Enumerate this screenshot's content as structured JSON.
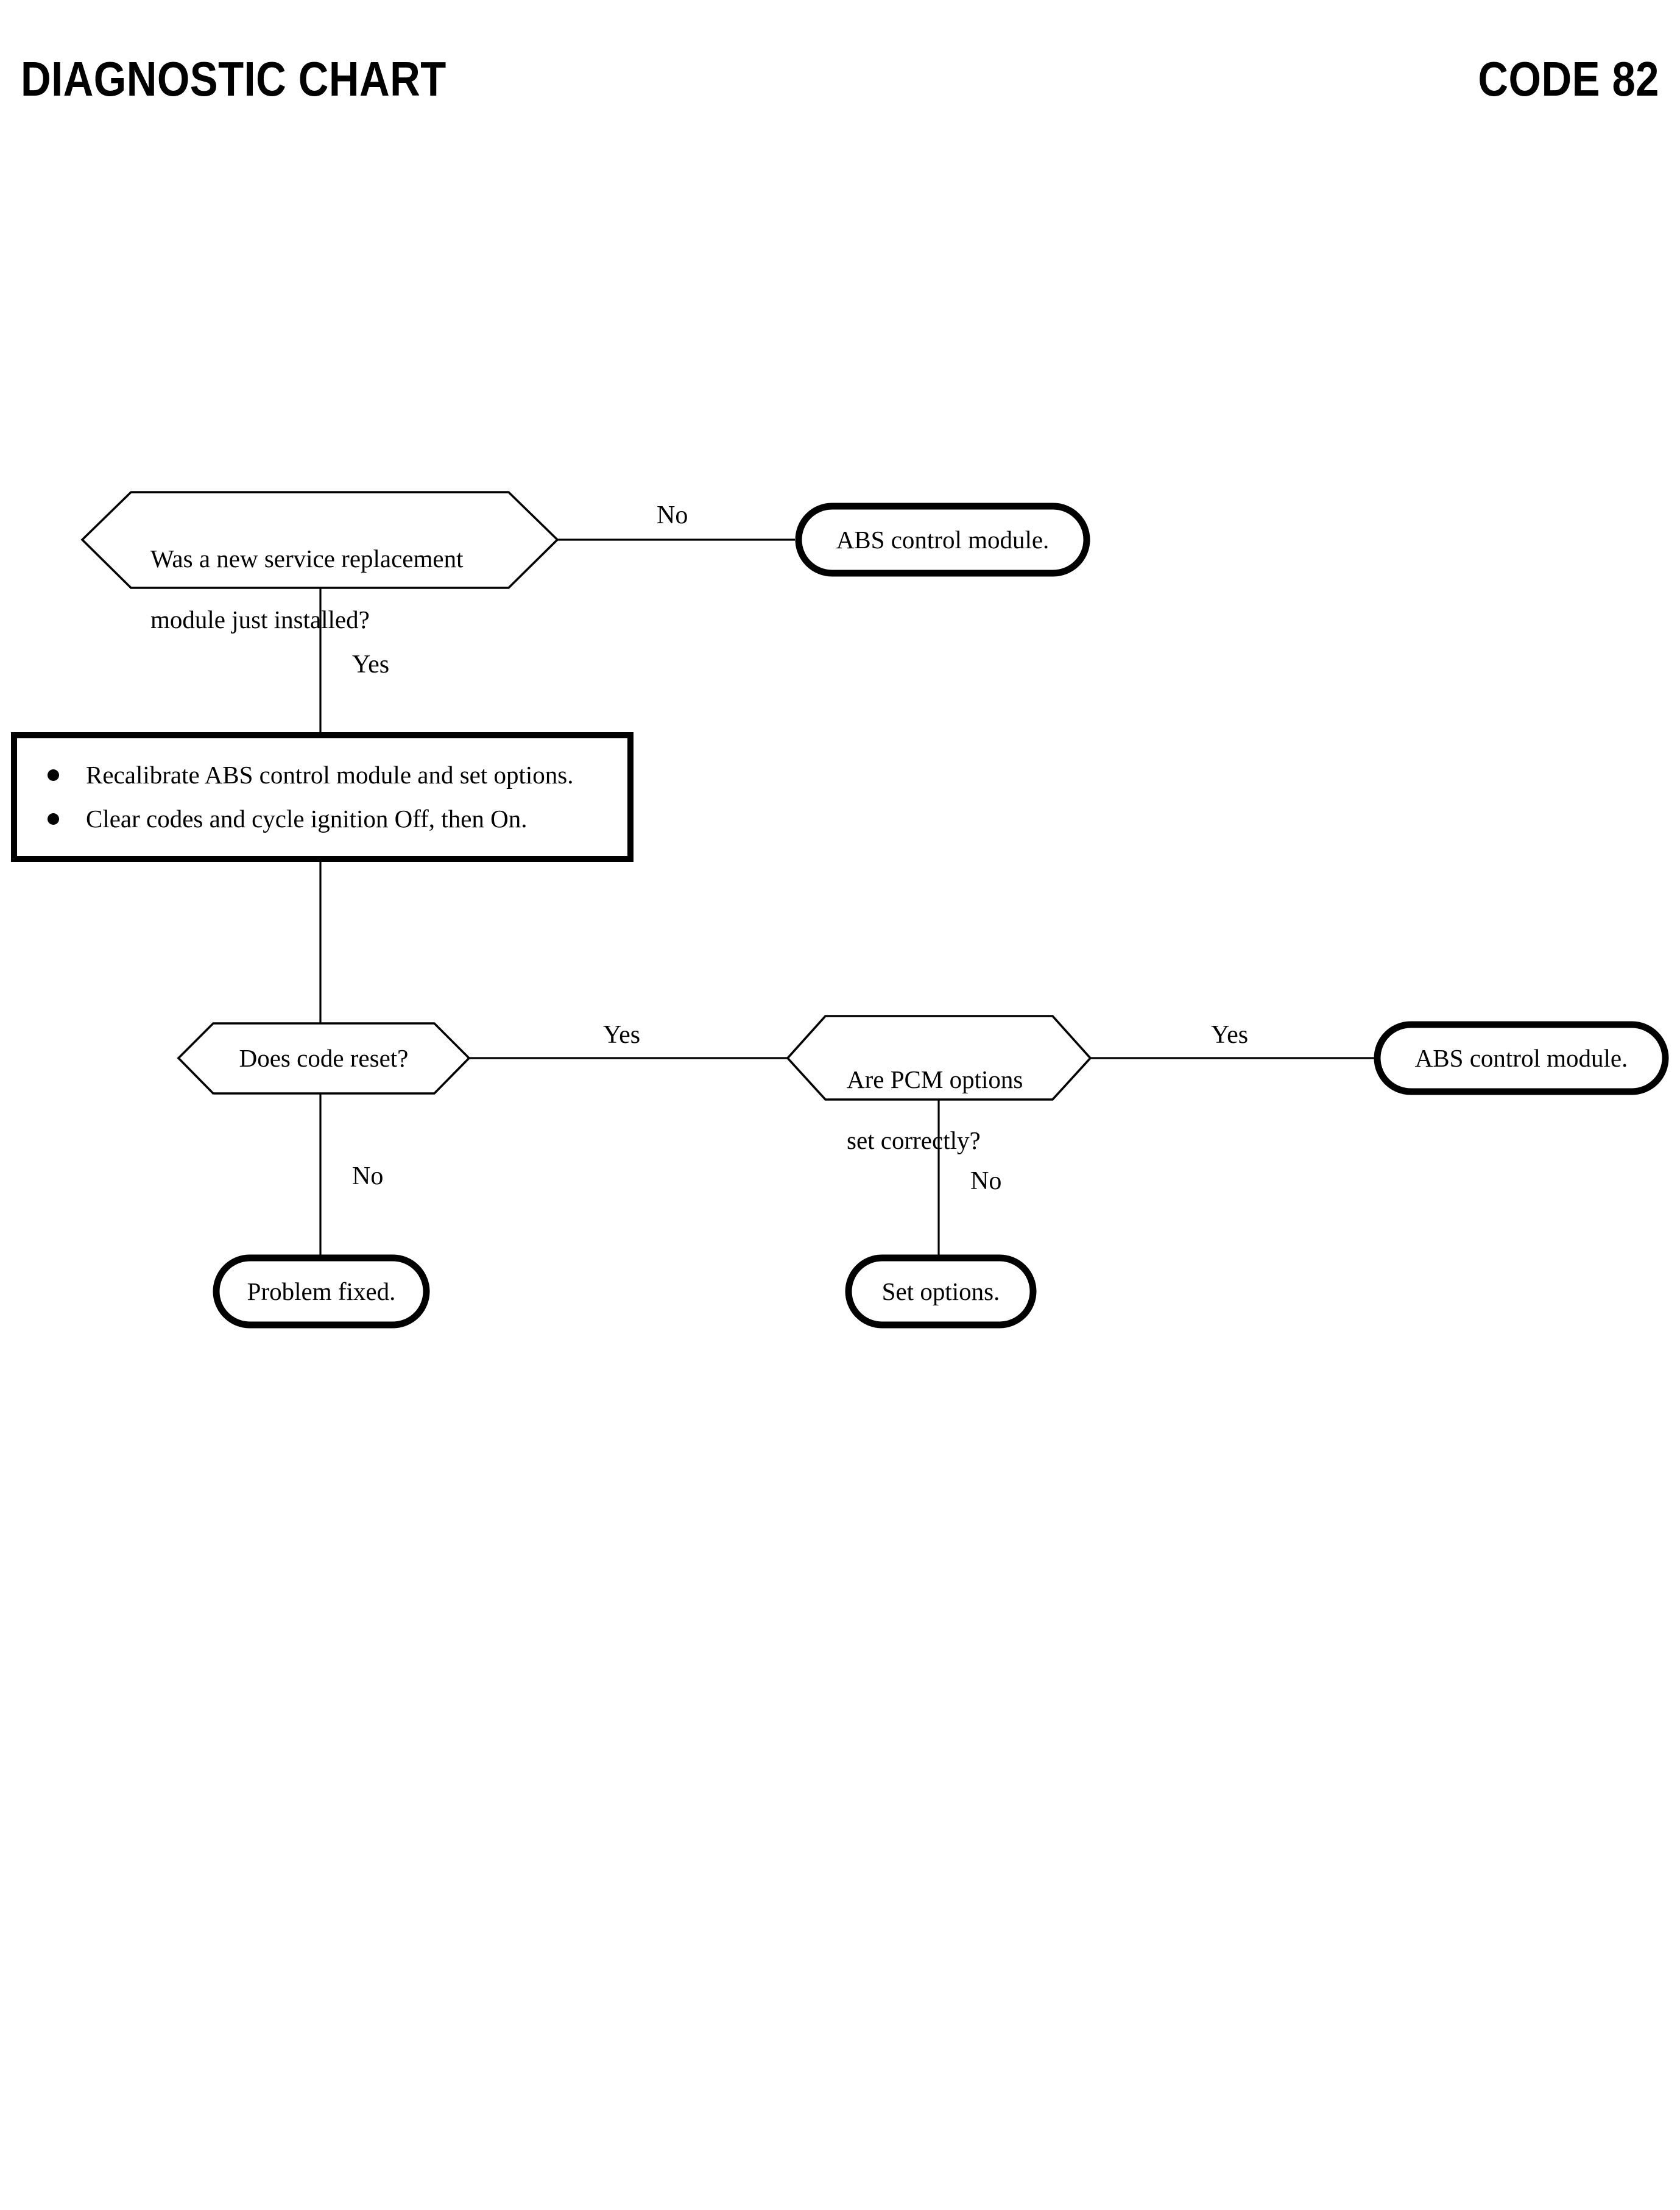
{
  "header": {
    "title": "DIAGNOSTIC CHART",
    "code": "CODE 82"
  },
  "chart_data": {
    "type": "diagram",
    "diagram_kind": "flowchart",
    "title": "DIAGNOSTIC CHART",
    "code": "CODE 82",
    "nodes": [
      {
        "id": "q1",
        "shape": "hexagon",
        "text": "Was a new service replacement\nmodule just installed?"
      },
      {
        "id": "t1",
        "shape": "terminal",
        "text": "ABS control module."
      },
      {
        "id": "p1",
        "shape": "process",
        "bullets": [
          "Recalibrate ABS control module and set options.",
          "Clear codes and cycle ignition Off, then On."
        ]
      },
      {
        "id": "q2",
        "shape": "hexagon",
        "text": "Does code reset?"
      },
      {
        "id": "q3",
        "shape": "hexagon",
        "text": "Are PCM options\nset correctly?"
      },
      {
        "id": "t2",
        "shape": "terminal",
        "text": "ABS control module."
      },
      {
        "id": "t3",
        "shape": "terminal",
        "text": "Problem fixed."
      },
      {
        "id": "t4",
        "shape": "terminal",
        "text": "Set options."
      }
    ],
    "edges": [
      {
        "from": "q1",
        "to": "t1",
        "label": "No"
      },
      {
        "from": "q1",
        "to": "p1",
        "label": "Yes"
      },
      {
        "from": "p1",
        "to": "q2",
        "label": ""
      },
      {
        "from": "q2",
        "to": "q3",
        "label": "Yes"
      },
      {
        "from": "q2",
        "to": "t3",
        "label": "No"
      },
      {
        "from": "q3",
        "to": "t2",
        "label": "Yes"
      },
      {
        "from": "q3",
        "to": "t4",
        "label": "No"
      }
    ]
  },
  "nodes": {
    "q1": {
      "line1": "Was a new service replacement",
      "line2": "module just installed?"
    },
    "t1": {
      "text": "ABS control module."
    },
    "p1": {
      "bullet1": "Recalibrate ABS control module and set options.",
      "bullet2": "Clear codes and cycle ignition Off, then On."
    },
    "q2": {
      "text": "Does code reset?"
    },
    "q3": {
      "line1": "Are PCM options",
      "line2": "set correctly?"
    },
    "t2": {
      "text": "ABS control module."
    },
    "t3": {
      "text": "Problem fixed."
    },
    "t4": {
      "text": "Set options."
    }
  },
  "labels": {
    "q1_no": "No",
    "q1_yes": "Yes",
    "q2_yes": "Yes",
    "q2_no": "No",
    "q3_yes": "Yes",
    "q3_no": "No"
  },
  "colors": {
    "ink": "#000000",
    "page": "#ffffff"
  }
}
